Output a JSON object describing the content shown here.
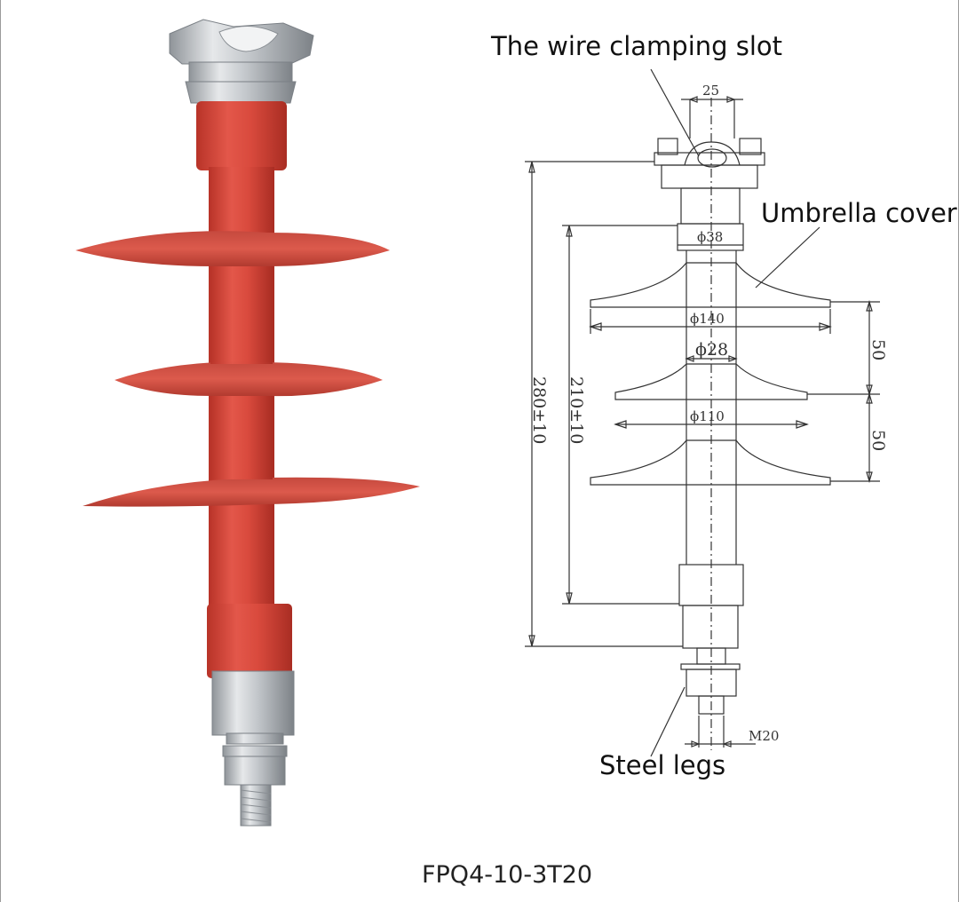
{
  "labels": {
    "clamp_slot": "The wire clamping slot",
    "umbrella_cover": "Umbrella cover",
    "steel_legs": "Steel legs"
  },
  "dimensions": {
    "top_width": "25",
    "neck_diameter": "ϕ38",
    "shed_large": "ϕ140",
    "core_diameter": "ϕ28",
    "shed_small": "ϕ110",
    "spacing_upper": "50",
    "spacing_lower": "50",
    "overall_height": "280±10",
    "insulation_height": "210±10",
    "thread": "M20"
  },
  "model": "FPQ4-10-3T20",
  "colors": {
    "insulator_red": "#d6463a",
    "metal": "#c9ccd0",
    "line": "#333333"
  }
}
